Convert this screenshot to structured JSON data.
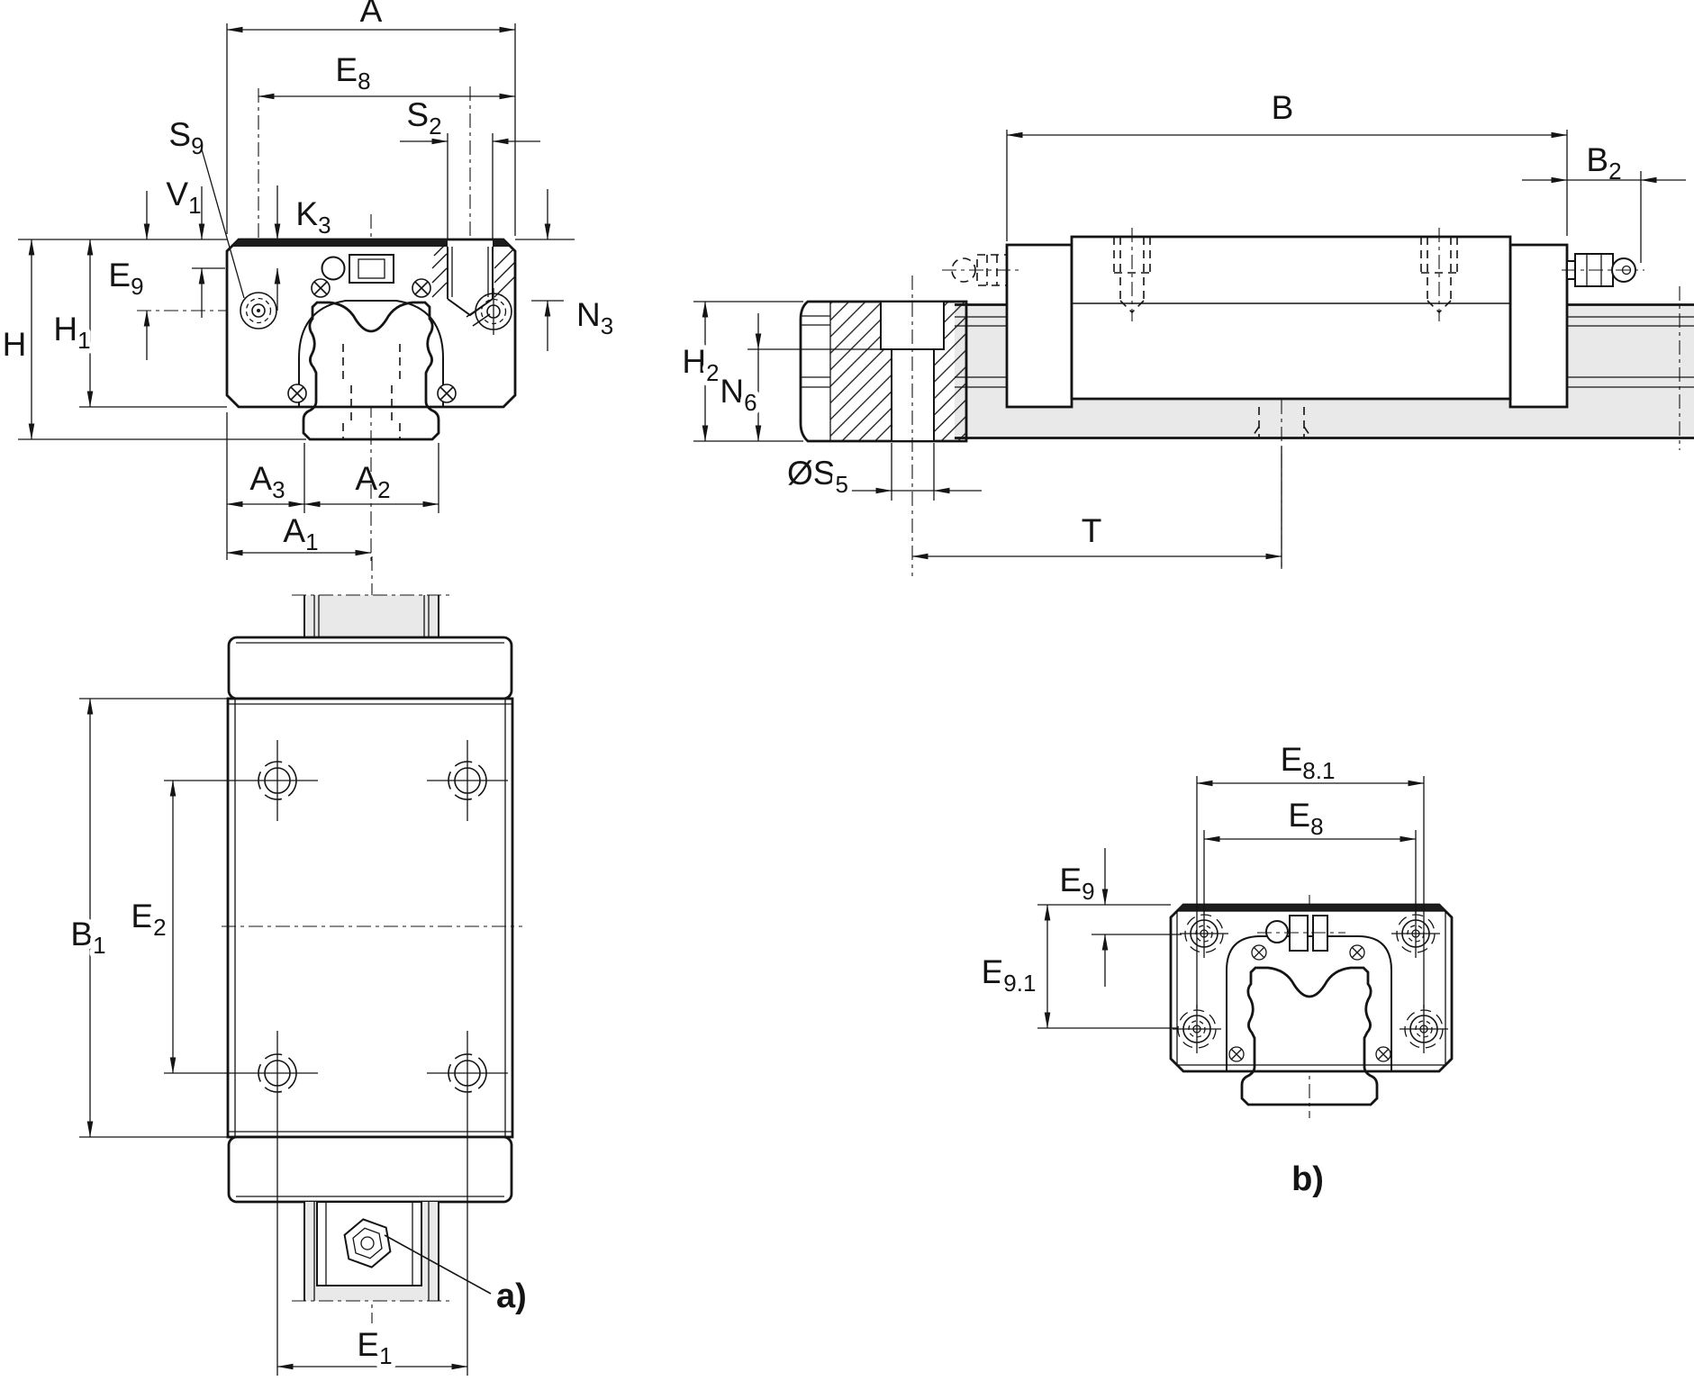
{
  "figure": {
    "kind": "technical-dimension-drawing",
    "subject": "linear recirculating ball bearing carriage and guideway, four orthographic views"
  },
  "colors": {
    "line": "#141414",
    "steel_fill": "#e9e9e9",
    "band_fill": "#1c1c1c",
    "background": "#ffffff"
  },
  "views": {
    "front_section": {
      "dims": {
        "A": {
          "m": "A",
          "s": ""
        },
        "E8": {
          "m": "E",
          "s": "8"
        },
        "S9": {
          "m": "S",
          "s": "9"
        },
        "V1": {
          "m": "V",
          "s": "1"
        },
        "K3": {
          "m": "K",
          "s": "3"
        },
        "S2": {
          "m": "S",
          "s": "2"
        },
        "N3": {
          "m": "N",
          "s": "3"
        },
        "E9": {
          "m": "E",
          "s": "9"
        },
        "H": {
          "m": "H",
          "s": ""
        },
        "H1": {
          "m": "H",
          "s": "1"
        },
        "A3": {
          "m": "A",
          "s": "3"
        },
        "A2": {
          "m": "A",
          "s": "2"
        },
        "A1": {
          "m": "A",
          "s": "1"
        }
      }
    },
    "side": {
      "dims": {
        "B": {
          "m": "B",
          "s": ""
        },
        "B2": {
          "m": "B",
          "s": "2"
        },
        "H2": {
          "m": "H",
          "s": "2"
        },
        "N6": {
          "m": "N",
          "s": "6"
        },
        "S5": {
          "m": "ØS",
          "s": "5"
        },
        "T": {
          "m": "T",
          "s": ""
        }
      }
    },
    "top": {
      "dims": {
        "B1": {
          "m": "B",
          "s": "1"
        },
        "E2": {
          "m": "E",
          "s": "2"
        },
        "E1": {
          "m": "E",
          "s": "1"
        }
      },
      "callouts": {
        "a": {
          "m": "a)",
          "s": ""
        }
      }
    },
    "end_b": {
      "dims": {
        "E8_1": {
          "m": "E",
          "s": "8.1"
        },
        "E8": {
          "m": "E",
          "s": "8"
        },
        "E9": {
          "m": "E",
          "s": "9"
        },
        "E9_1": {
          "m": "E",
          "s": "9.1"
        }
      },
      "callouts": {
        "b": {
          "m": "b)",
          "s": ""
        }
      }
    }
  }
}
